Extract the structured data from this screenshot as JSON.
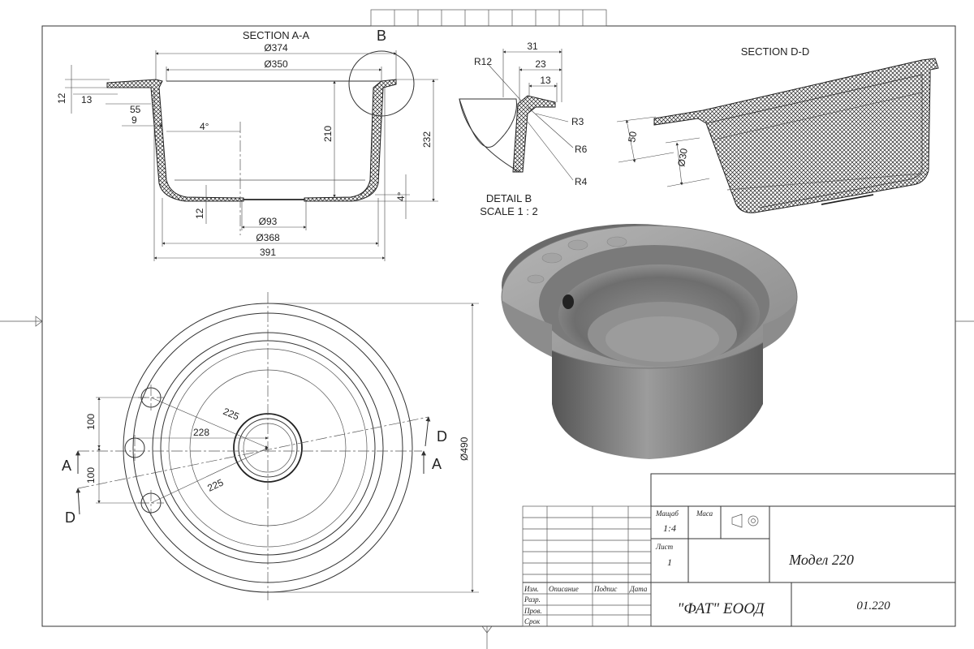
{
  "views": {
    "section_aa": {
      "title": "SECTION A-A",
      "dims": {
        "d374": "Ø374",
        "d350": "Ø350",
        "d93": "Ø93",
        "d368": "Ø368",
        "w391": "391",
        "h210": "210",
        "h232": "232",
        "t12a": "12",
        "t12b": "12",
        "l13": "13",
        "l55": "55",
        "l9": "9",
        "a4a": "4°",
        "a4b": "4°"
      },
      "detail_callout": "B"
    },
    "detail_b": {
      "title": "DETAIL B",
      "scale": "SCALE 1 : 2",
      "dims": {
        "d31": "31",
        "d23": "23",
        "d13": "13",
        "r12": "R12",
        "r3": "R3",
        "r6": "R6",
        "r4": "R4"
      }
    },
    "section_dd": {
      "title": "SECTION D-D",
      "dims": {
        "h50": "50",
        "d30": "Ø30"
      }
    },
    "plan": {
      "dims": {
        "d225a": "225",
        "d228": "228",
        "d225b": "225",
        "d100a": "100",
        "d100b": "100",
        "d490": "Ø490"
      },
      "section_marks": {
        "a_left": "A",
        "a_right": "A",
        "d_right": "D",
        "d_left": "D"
      }
    }
  },
  "title_block": {
    "scale_label": "Мащаб",
    "scale_value": "1:4",
    "mass_label": "Маса",
    "sheet_label": "Лист",
    "sheet_value": "1",
    "model_name": "Модел 220",
    "company": "\"ФАТ\" ЕООД",
    "drawing_number": "01.220",
    "col_izm": "Изм.",
    "col_opisanie": "Описание",
    "col_podpis": "Подпис",
    "col_data": "Дата",
    "row_razr": "Разр.",
    "row_prov": "Пров.",
    "row_srok": "Срок"
  },
  "colors": {
    "line": "#333333",
    "sink_body": "#8a8a8a",
    "sink_dark": "#5e5e5e",
    "sink_light": "#c4c4c4"
  }
}
